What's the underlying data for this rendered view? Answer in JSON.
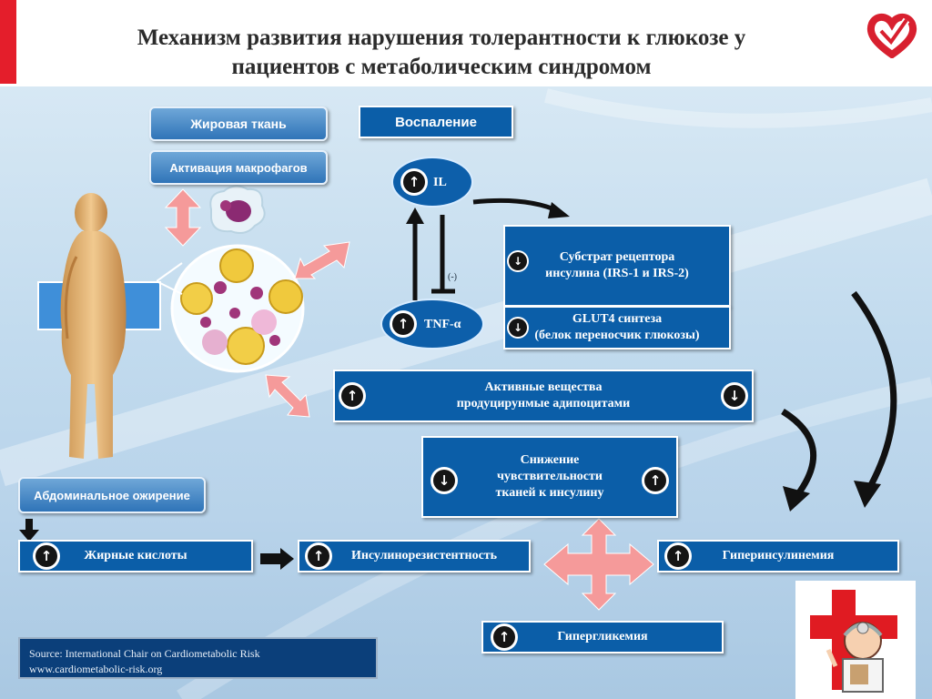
{
  "header": {
    "title_line1": "Механизм развития нарушения толерантности к глюкозе у",
    "title_line2": "пациентов с метаболическим синдромом"
  },
  "colors": {
    "accent_red": "#e41e2b",
    "box_blue": "#0b5ea8",
    "arrow_pink": "#f59a9a",
    "background": "#c2dbee"
  },
  "tags": {
    "fat_tissue": "Жировая ткань",
    "macrophage": "Активация макрофагов",
    "abdominal": "Абдоминальное ожирение"
  },
  "inflammation": {
    "label": "Воспаление",
    "il": "IL",
    "tnf": "TNF-α",
    "inhibit": "(-)"
  },
  "receptor": {
    "line1": "Субстрат рецептора",
    "line2": "инсулина  (IRS-1 и IRS-2)"
  },
  "glut": {
    "line1": "GLUT4 синтеза",
    "line2": "(белок переносчик глюкозы)"
  },
  "adipocytes": {
    "line1": "Активные вещества",
    "line2": "продуцирунмые адипоцитами"
  },
  "sensitivity": {
    "line1": "Снижение",
    "line2": "чувствительности",
    "line3": "тканей к инсулину"
  },
  "bottom_row": {
    "fatty_acids": "Жирные кислоты",
    "resistance": "Инсулинорезистентность",
    "hyperinsulinemia": "Гиперинсулинемия",
    "hyperglycemia": "Гипергликемия"
  },
  "icons": {
    "up": "up-arrow-icon",
    "down": "down-arrow-icon",
    "logo": "heart-check-logo"
  },
  "source": {
    "line1": "Source: International Chair on Cardiometabolic Risk",
    "line2": "www.cardiometabolic-risk.org"
  }
}
